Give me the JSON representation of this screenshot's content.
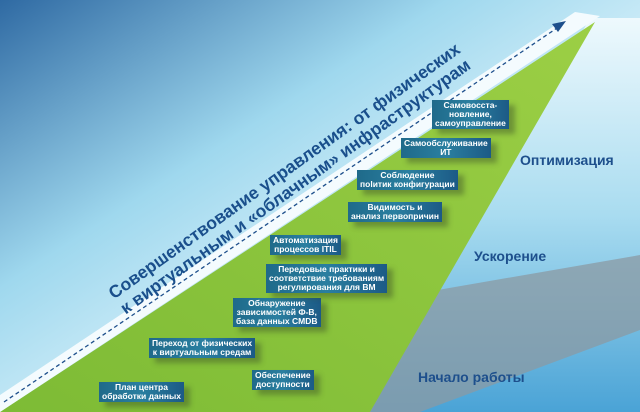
{
  "title": "Совершенствование управления: от физических\nк виртуальным и «облачным» инфраструктурам",
  "stages": [
    "Оптимизация",
    "Ускорение",
    "Начало работы"
  ],
  "steps": [
    "План центра\nобработки данных",
    "Обеспечение\nдоступности",
    "Переход от физических\nк виртуальным средам",
    "Обнаружение\nзависимостей Ф-В,\nбаза данных CMDB",
    "Передовые практики и\nсоответствие требованиям\nрегулирования для ВМ",
    "Автоматизация\nпроцессов ITIL",
    "Видимость и\nанализ первопричин",
    "Соблюдение\nпolитик конфигурации",
    "Самообслуживание\nИТ",
    "Самовосста-\nновление,\nсамоуправление"
  ],
  "colors": {
    "green": "#8cc63f",
    "blue_text": "#1d4f8c"
  }
}
